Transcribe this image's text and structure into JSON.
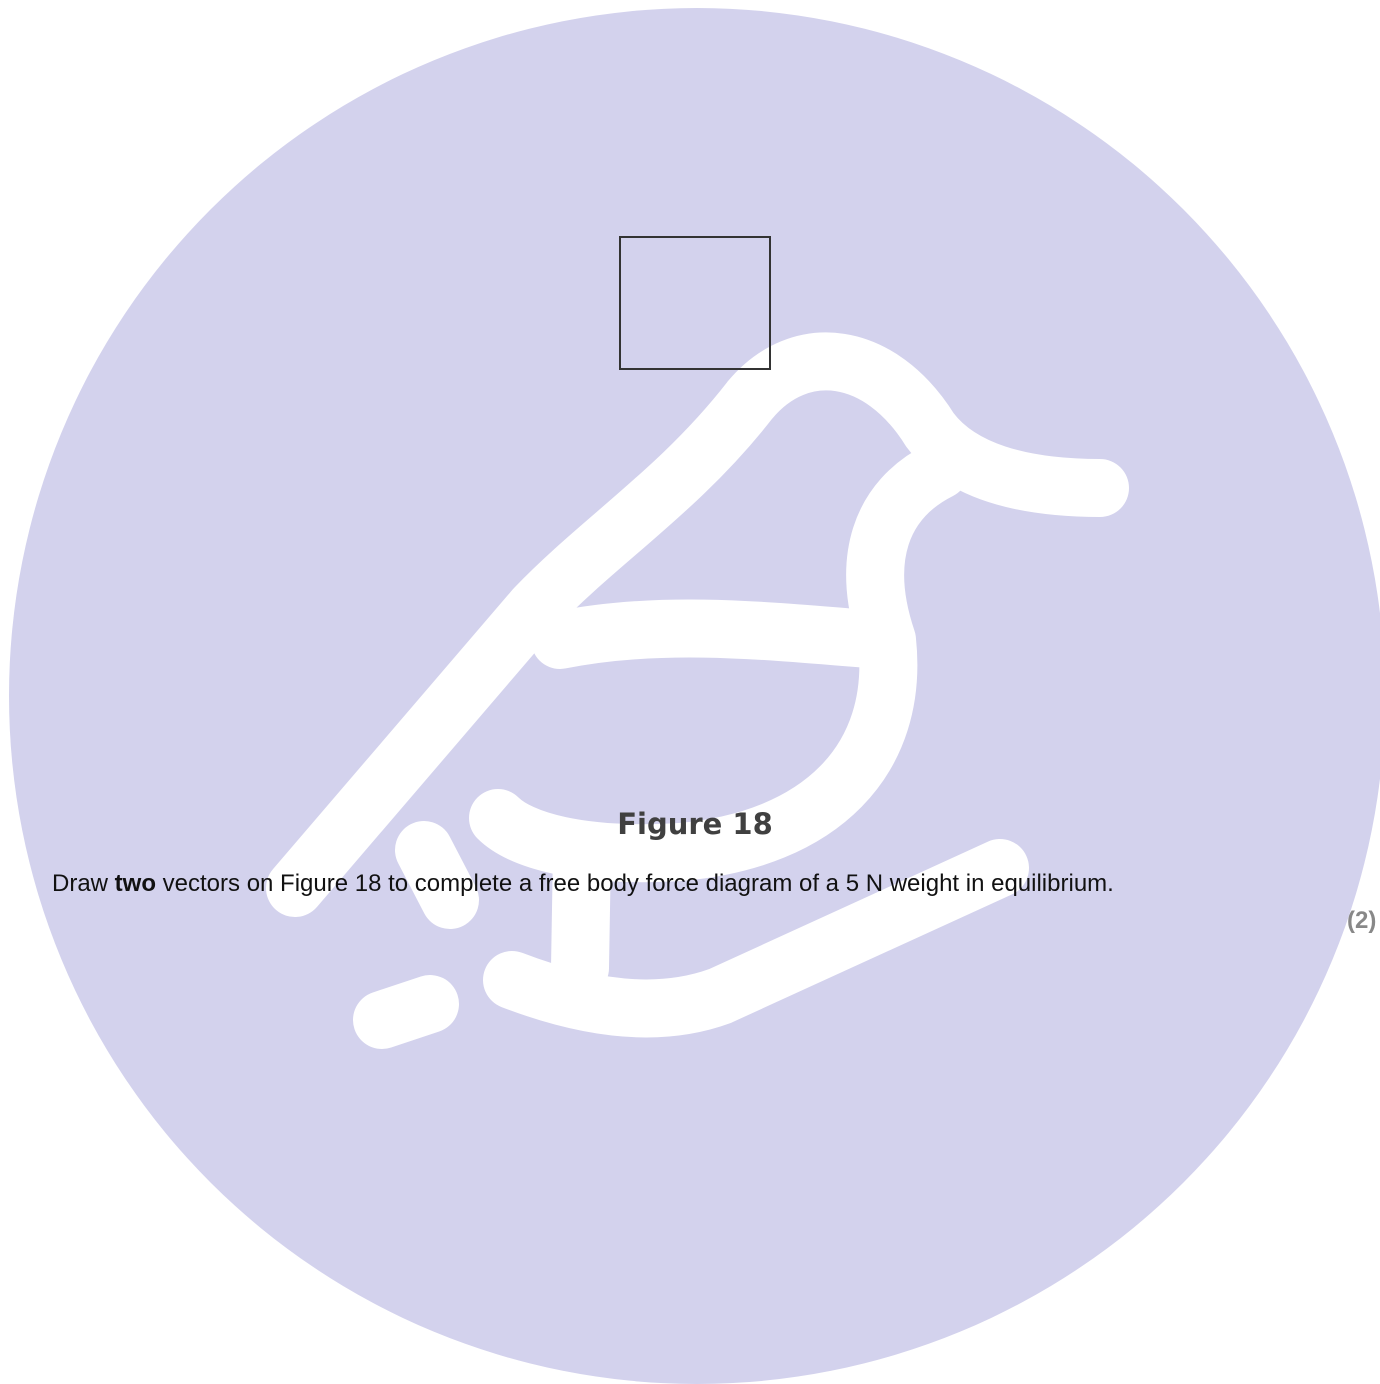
{
  "watermark": {
    "circle_color": "#d3d2ed",
    "bird_color": "#ffffff",
    "icon": "bird-logo-icon"
  },
  "figure": {
    "caption": "Figure 18",
    "box_stroke": "#333333"
  },
  "question": {
    "before": "Draw ",
    "emphasis": "two",
    "after": " vectors on Figure 18 to complete a free body force diagram of a 5 N weight in equilibrium."
  },
  "marks": "(2)"
}
